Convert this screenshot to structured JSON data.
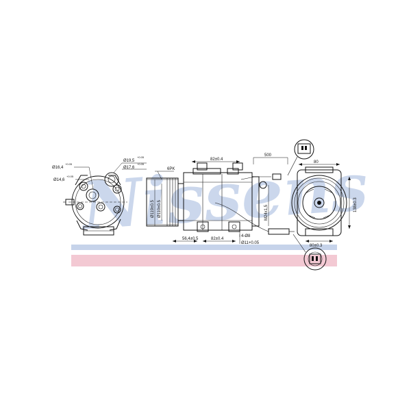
{
  "watermark": {
    "text": "Nissens",
    "color": "#c6d3ea"
  },
  "band_colors": {
    "blue_band": "#c6d3ea",
    "pink_band": "#f3c9d3"
  },
  "dimensions": {
    "d16": "Ø16,4",
    "d16_tol": "+0.05",
    "d14": "Ø14,6",
    "d14_tol": "+0.05",
    "d19": "Ø19,5",
    "d19_tol": "+0.05",
    "d17": "Ø17,6",
    "d17_tol": "+0.05",
    "pulley": "6PK",
    "d119": "Ø119±0.5",
    "d110": "Ø110±0.5",
    "top_82": "82±0.4",
    "bot_82": "82±0.4",
    "len_56": "56,4±0.5",
    "cable": "500",
    "thread": "M24x1,5",
    "holes": "4-Ø8",
    "d11": "Ø11+0.05",
    "width_80": "80",
    "height_138": "138±0.3",
    "base_80": "80±0.3"
  }
}
